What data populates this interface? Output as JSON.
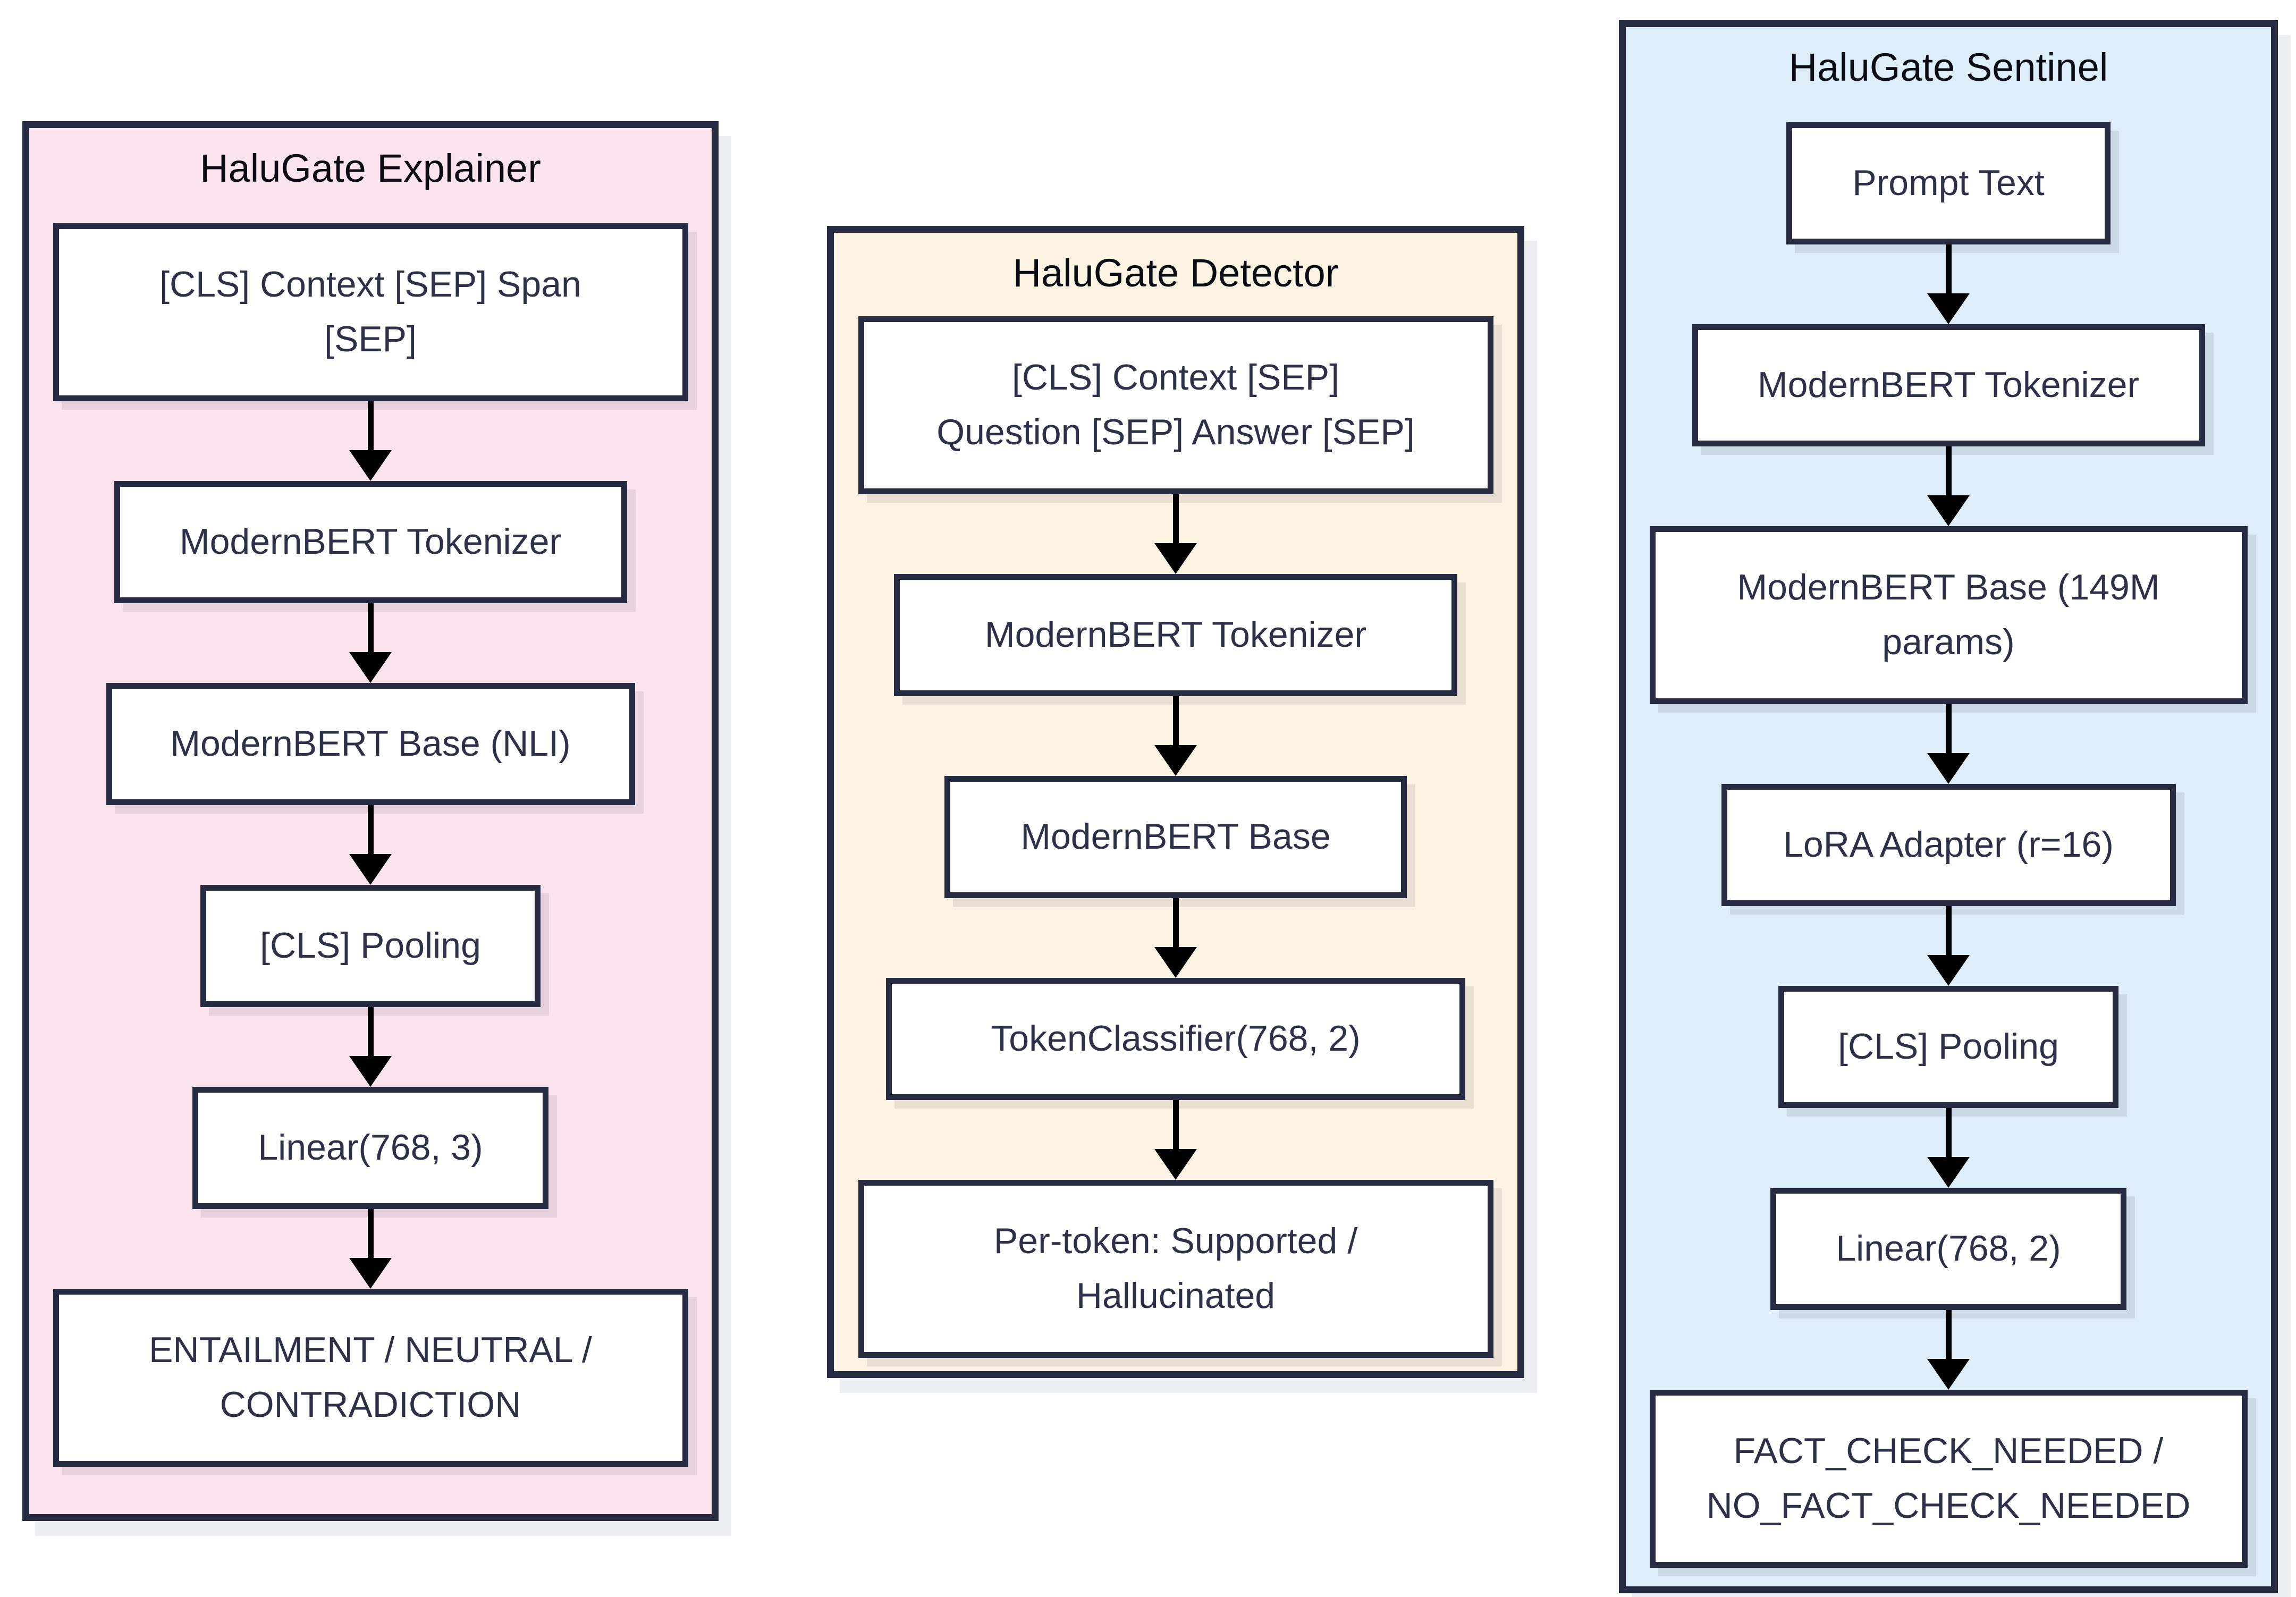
{
  "panels": [
    {
      "title": "HaluGate Explainer",
      "bg_color": "#fce4ee",
      "boxes": [
        "[CLS] Context [SEP] Span\n[SEP]",
        "ModernBERT Tokenizer",
        "ModernBERT Base (NLI)",
        "[CLS] Pooling",
        "Linear(768, 3)",
        "ENTAILMENT / NEUTRAL /\nCONTRADICTION"
      ]
    },
    {
      "title": "HaluGate Detector",
      "bg_color": "#fdf3e2",
      "boxes": [
        "[CLS] Context [SEP]\nQuestion [SEP] Answer [SEP]",
        "ModernBERT Tokenizer",
        "ModernBERT Base",
        "TokenClassifier(768, 2)",
        "Per-token: Supported /\nHallucinated"
      ]
    },
    {
      "title": "HaluGate Sentinel",
      "bg_color": "#ddedfa",
      "boxes": [
        "Prompt Text",
        "ModernBERT Tokenizer",
        "ModernBERT Base (149M\nparams)",
        "LoRA Adapter (r=16)",
        "[CLS] Pooling",
        "Linear(768, 2)",
        "FACT_CHECK_NEEDED /\nNO_FACT_CHECK_NEEDED"
      ]
    }
  ],
  "icons": {
    "arrow_down": "filled black downward arrow connecting nodes"
  },
  "colors": {
    "explainer_bg": "#fce4ee",
    "detector_bg": "#fdf3e2",
    "sentinel_bg": "#ddedfa",
    "node_bg": "#ffffff",
    "border": "#272b42",
    "title_text": "#0c0c14",
    "node_text": "#2d3047",
    "arrow": "#000000",
    "page_bg": "#ffffff"
  }
}
